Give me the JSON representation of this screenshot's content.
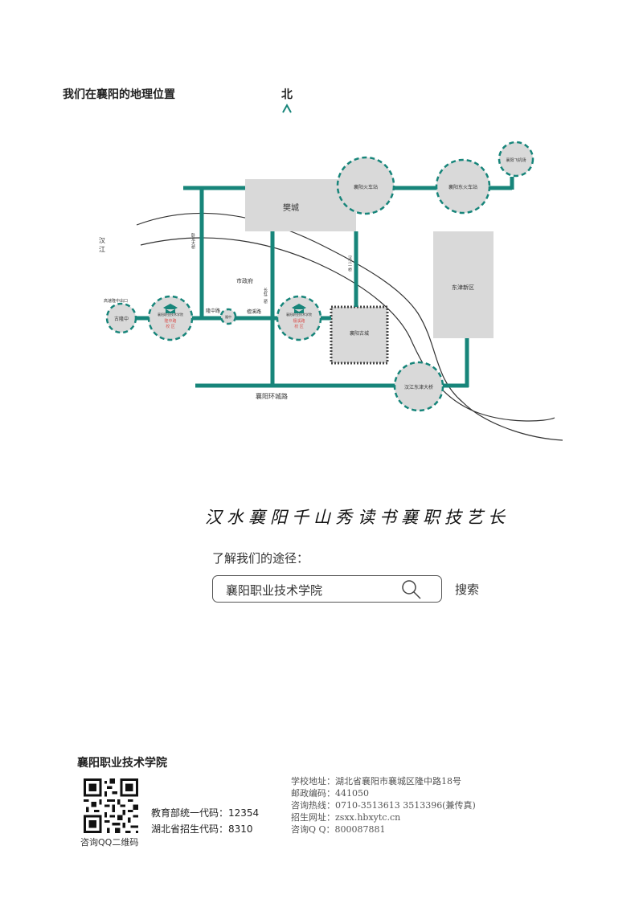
{
  "map": {
    "title": "我们在襄阳的地理位置",
    "north": "北",
    "labels": {
      "fancheng": "樊城",
      "railway_station": "襄阳火车站",
      "east_railway_station": "襄阳东火车站",
      "airport": "襄阳飞机场",
      "dongjin": "东津新区",
      "old_city": "襄阳古城",
      "hanjiang_dongjin_bridge": "汉江东津大桥",
      "ring_road": "襄阳环城路",
      "hanjiang_river": "汉\n江",
      "wolong_bridge": "卧龙大桥",
      "city_government": "市政府",
      "changhong_bridge": "长虹二桥",
      "hanjiang_bridge_1": "汉江一桥",
      "longzhong_road": "隆中路",
      "tanxi_road": "檀溪路",
      "expressway_exit": "高速隆中出口",
      "gulongzhong": "古隆中",
      "campus_school_small": "襄阳职业技术学院",
      "longzhong_campus": "隆中路\n校 区",
      "tanxi_campus": "檀溪路\n校 区",
      "small_node": "隆中"
    }
  },
  "slogan": {
    "left": "汉水襄阳千山秀",
    "right": "读书襄职技艺长"
  },
  "search": {
    "label": "了解我们的途径：",
    "query": "襄阳职业技术学院",
    "button": "搜索"
  },
  "footer": {
    "school_name": "襄阳职业技术学院",
    "qr_caption": "咨询QQ二维码",
    "edu_code": "教育部统一代码：12354",
    "hubei_code": "湖北省招生代码：8310",
    "address": "学校地址：湖北省襄阳市襄城区隆中路18号",
    "postcode": "邮政编码：441050",
    "hotline": "咨询热线：0710-3513613   3513396(兼传真)",
    "website": "招生网址：zsxx.hbxytc.cn",
    "qq": "咨询Q Q：800087881"
  },
  "colors": {
    "road": "#17857a",
    "block": "#d9d9d9",
    "river": "#333333",
    "campus_label": "#d9534f"
  }
}
